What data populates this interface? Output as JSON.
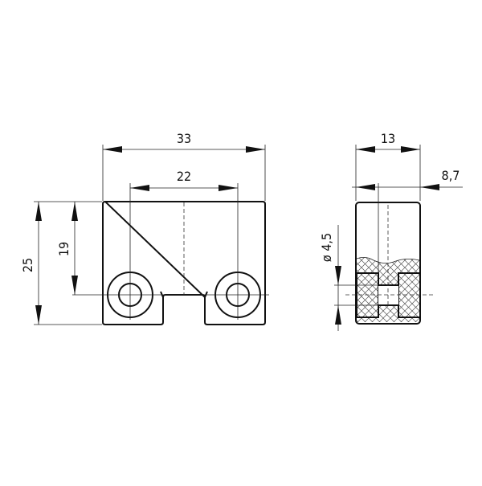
{
  "drawing": {
    "front_view": {
      "width_label": "33",
      "hole_spacing_label": "22",
      "height_label": "25",
      "hole_height_label": "19"
    },
    "side_view": {
      "depth_label": "13",
      "offset_label": "8,7",
      "bore_diameter_label": "ø 4,5"
    }
  }
}
